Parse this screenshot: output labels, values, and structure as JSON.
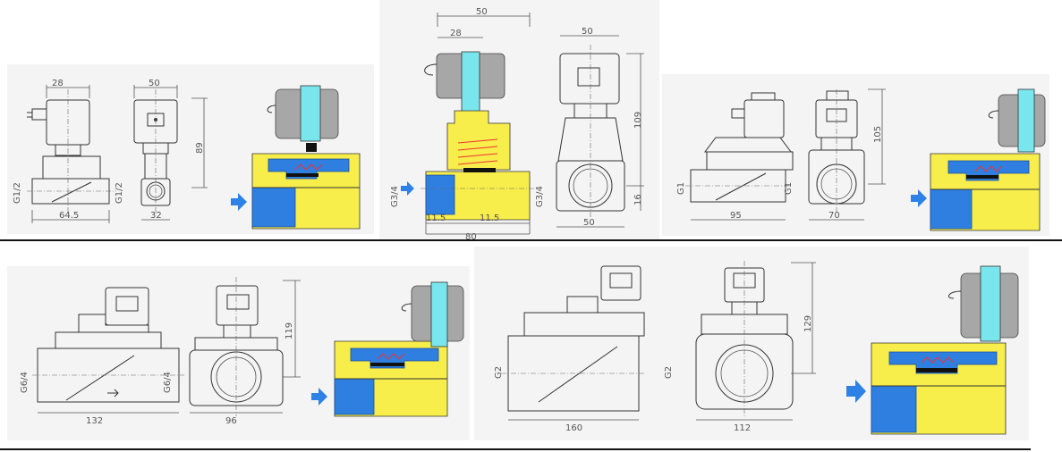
{
  "panels": [
    {
      "id": "p1",
      "dims": {
        "width_top": "28",
        "width_top2": "50",
        "height": "89",
        "thread_left": "G1/2",
        "thread_right": "G1/2",
        "length": "64.5",
        "width": "32"
      }
    },
    {
      "id": "p2",
      "dims": {
        "top_total": "50",
        "top_inner": "28",
        "thread": "G3/4",
        "thread_right": "G3/4",
        "offset_a": "11.5",
        "offset_b": "11.5",
        "length": "80",
        "side_top": "50",
        "height": "109",
        "foot": "16",
        "side_width": "50"
      }
    },
    {
      "id": "p3",
      "dims": {
        "height": "105",
        "thread_left": "G1",
        "thread_right": "G1",
        "length": "95",
        "width": "70"
      }
    },
    {
      "id": "p4",
      "dims": {
        "height": "119",
        "thread_left": "G6/4",
        "thread_right": "G6/4",
        "length": "132",
        "width": "96"
      }
    },
    {
      "id": "p5",
      "dims": {
        "height": "129",
        "thread_left": "G2",
        "thread_right": "G2",
        "length": "160",
        "width": "112"
      }
    }
  ],
  "colors": {
    "flow_blue": "#2f7fe0",
    "body_yellow": "#f7ed4b",
    "plunger_cyan": "#79e6ee",
    "spring_red": "#ee3333",
    "coil_gray": "#a7a7a7",
    "arrow": "#2e82e6"
  },
  "icons": [
    "flow-arrow-icon",
    "connector-pin-icon",
    "coil-plug-icon"
  ]
}
